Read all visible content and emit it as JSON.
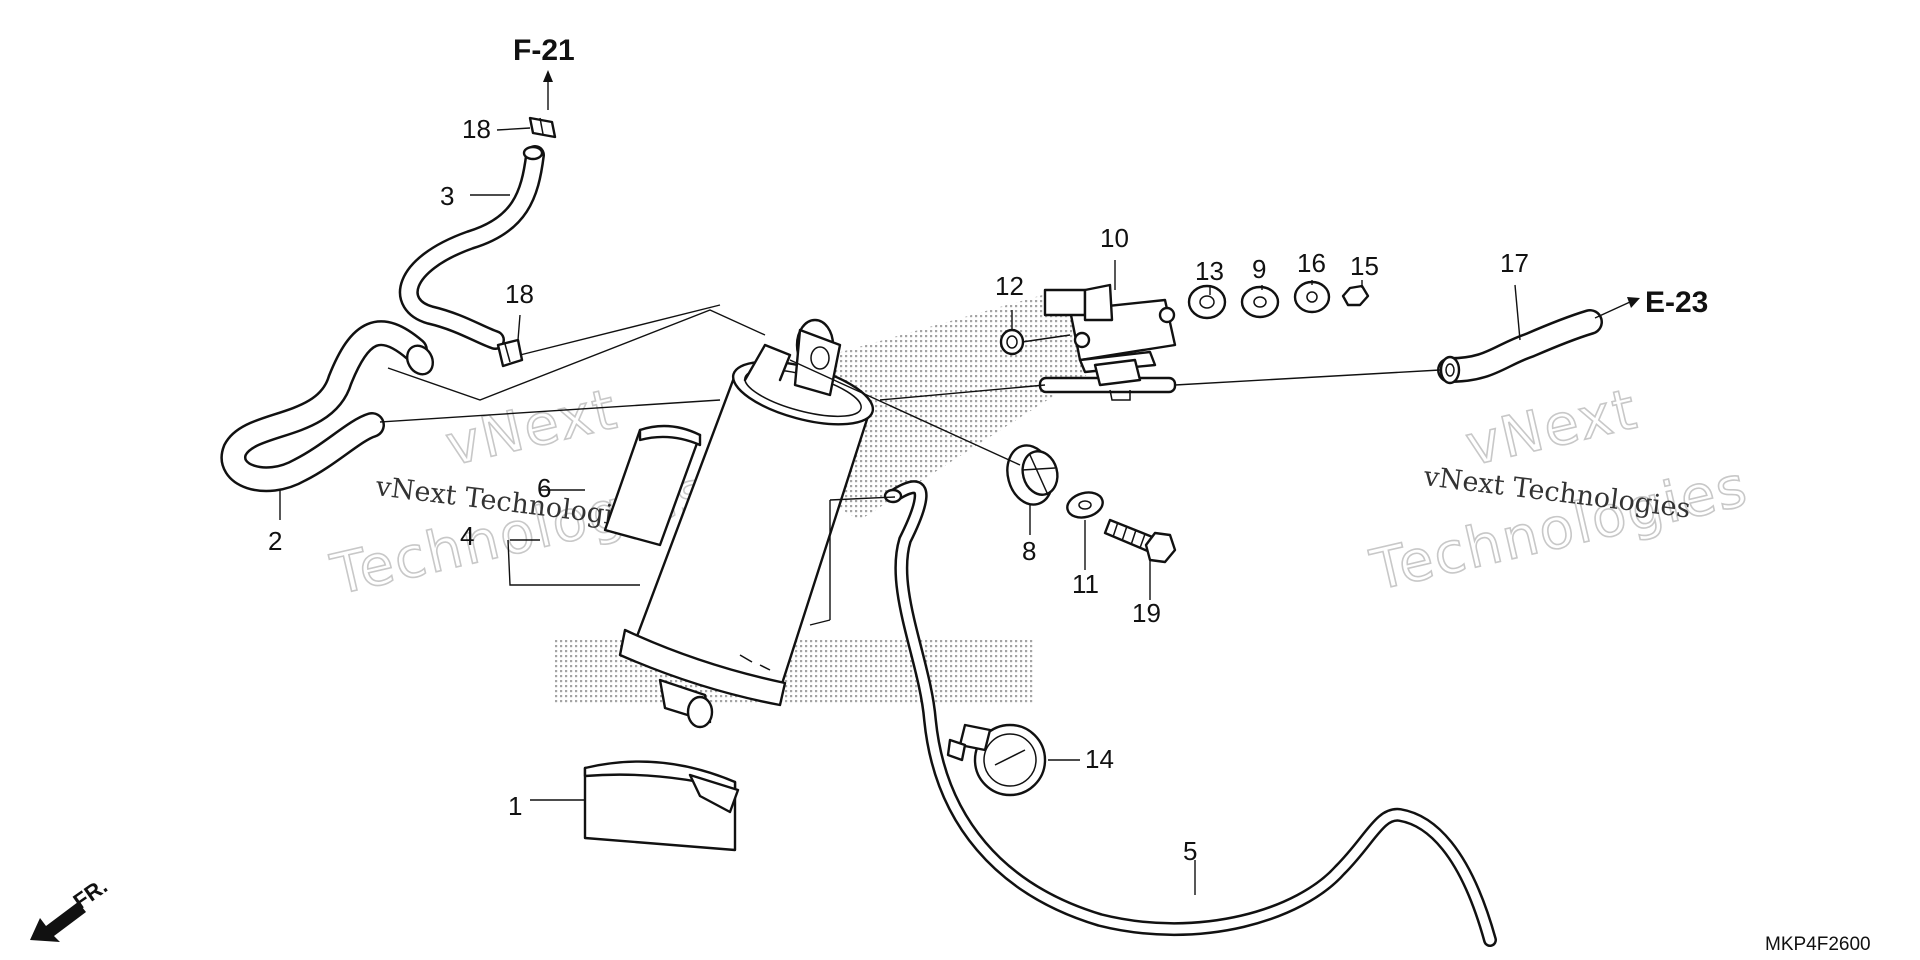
{
  "diagram": {
    "callouts": [
      "1",
      "2",
      "3",
      "4",
      "5",
      "6",
      "8",
      "9",
      "10",
      "11",
      "12",
      "13",
      "14",
      "15",
      "16",
      "17",
      "18",
      "18",
      "19"
    ],
    "references": {
      "top": "F-21",
      "right": "E-23"
    },
    "direction_label": "FR.",
    "drawing_code": "MKP4F2600",
    "watermarks": {
      "left_big_1": "vNext",
      "left_big_2": "Technologies",
      "left_small": "vNext Technologies",
      "right_big_1": "vNext",
      "right_big_2": "Technologies",
      "right_small": "vNext Technologies"
    },
    "icons": [
      "front-arrow-icon",
      "reference-arrow-icon"
    ]
  }
}
